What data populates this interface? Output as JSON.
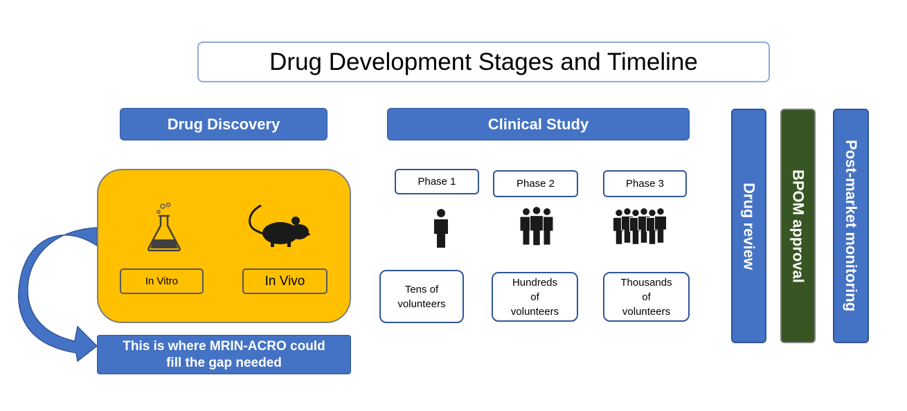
{
  "title": "Drug Development Stages and Timeline",
  "headers": {
    "discovery": "Drug Discovery",
    "clinical": "Clinical Study"
  },
  "discovery": {
    "in_vitro": "In Vitro",
    "in_vivo": "In Vivo",
    "gap_note": "This is where MRIN-ACRO could fill the gap  needed"
  },
  "phases": [
    {
      "label": "Phase 1",
      "volunteers": "Tens of volunteers"
    },
    {
      "label": "Phase 2",
      "volunteers": "Hundreds of volunteers"
    },
    {
      "label": "Phase 3",
      "volunteers": "Thousands of volunteers"
    }
  ],
  "stages": {
    "review": "Drug review",
    "approval": "BPOM approval",
    "monitoring": "Post-market monitoring"
  },
  "colors": {
    "blue": "#4472c4",
    "dark_blue": "#2f5597",
    "yellow": "#ffc000",
    "green": "#375623"
  },
  "icons": [
    "flask-icon",
    "mouse-icon",
    "person-icon",
    "small-group-icon",
    "large-group-icon",
    "curved-arrow-icon"
  ]
}
